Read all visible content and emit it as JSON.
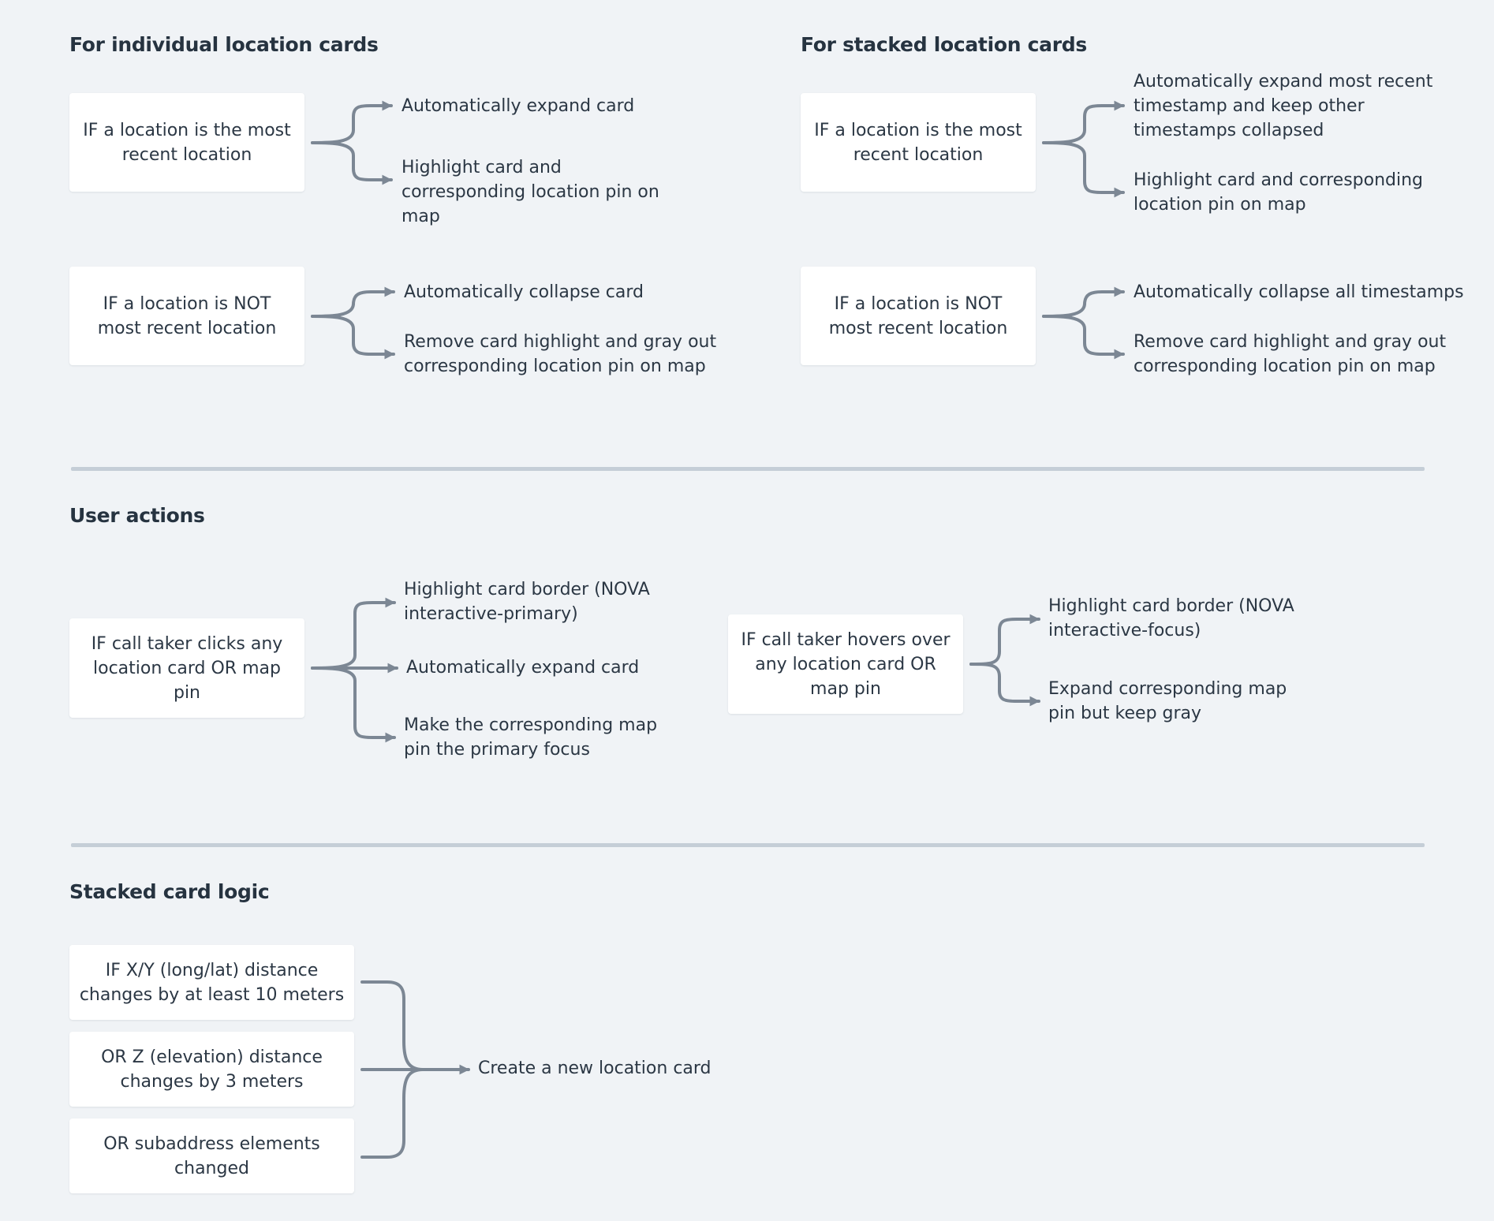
{
  "individual": {
    "title": "For individual location cards",
    "rules": [
      {
        "condition": "IF a location is the most recent location",
        "outcomes": [
          "Automatically expand card",
          "Highlight card and corresponding location pin on map"
        ]
      },
      {
        "condition": "IF a location is NOT most recent location",
        "outcomes": [
          "Automatically collapse card",
          "Remove card highlight and gray out corresponding location pin on map"
        ]
      }
    ]
  },
  "stacked": {
    "title": "For stacked location cards",
    "rules": [
      {
        "condition": "IF a location is the most recent location",
        "outcomes": [
          "Automatically expand most recent timestamp and keep other timestamps collapsed",
          "Highlight card and corresponding location pin on map"
        ]
      },
      {
        "condition": "IF a location is NOT most recent location",
        "outcomes": [
          "Automatically collapse all timestamps",
          "Remove card highlight and gray out corresponding location pin on map"
        ]
      }
    ]
  },
  "user_actions": {
    "title": "User actions",
    "click": {
      "condition": "IF call taker clicks any location card OR map pin",
      "outcomes": [
        "Highlight card border (NOVA interactive-primary)",
        "Automatically expand card",
        "Make the corresponding map pin the primary focus"
      ]
    },
    "hover": {
      "condition": "IF call taker hovers over any location card OR map pin",
      "outcomes": [
        "Highlight card border (NOVA interactive-focus)",
        "Expand corresponding map pin but keep gray"
      ]
    }
  },
  "stacked_logic": {
    "title": "Stacked card logic",
    "conditions": [
      "IF X/Y (long/lat) distance changes by at least 10 meters",
      "OR Z (elevation) distance changes by 3 meters",
      "OR subaddress elements changed"
    ],
    "result": "Create a new location card"
  }
}
